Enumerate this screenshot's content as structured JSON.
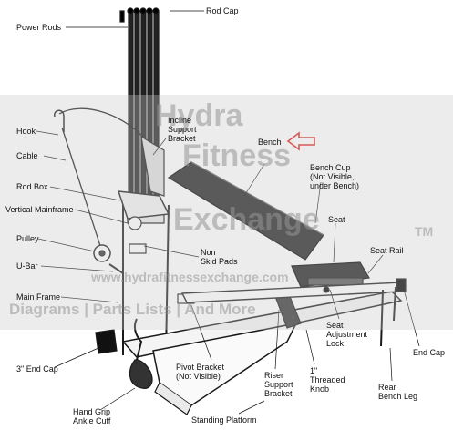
{
  "labels": {
    "rod_cap": "Rod Cap",
    "power_rods": "Power Rods",
    "hook": "Hook",
    "cable": "Cable",
    "rod_box": "Rod Box",
    "vertical_mainframe": "Vertical Mainframe",
    "pulley": "Pulley",
    "u_bar": "U-Bar",
    "main_frame": "Main Frame",
    "end_cap_3in": "3\" End Cap",
    "hand_grip_ankle_cuff": "Hand Grip\nAnkle Cuff",
    "incline_support_bracket": "Incline\nSupport\nBracket",
    "bench": "Bench",
    "bench_cup": "Bench Cup\n(Not Visible,\nunder Bench)",
    "seat": "Seat",
    "seat_rail": "Seat Rail",
    "non_skid_pads": "Non\nSkid Pads",
    "seat_adjustment_lock": "Seat\nAdjustment\nLock",
    "end_cap": "End Cap",
    "pivot_bracket": "Pivot Bracket\n(Not Visible)",
    "riser_support_bracket": "Riser\nSupport\nBracket",
    "threaded_knob": "1\"\nThreaded\nKnob",
    "rear_bench_leg": "Rear\nBench Leg",
    "standing_platform": "Standing Platform"
  },
  "watermark": {
    "line1": "Hydra",
    "line2": "Fitness",
    "line3": "Exchange",
    "tm": "TM",
    "url": "www.hydrafitnessexchange.com",
    "tagline": "Diagrams | Parts Lists | And More"
  },
  "colors": {
    "frame": "#1a1a1a",
    "bench": "#1f1f1f",
    "highlight_arrow": "#e02020",
    "watermark": "#9a9a9a"
  }
}
